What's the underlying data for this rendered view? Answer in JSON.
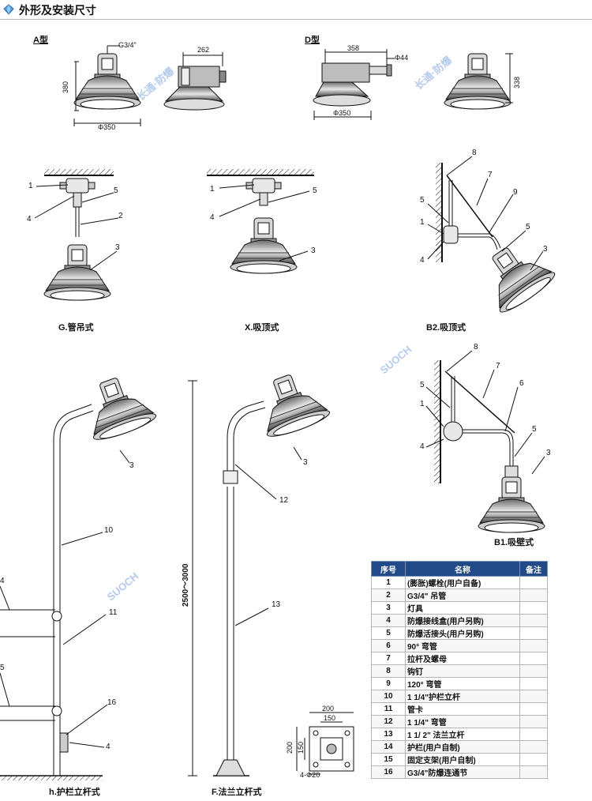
{
  "header": {
    "title": "外形及安装尺寸"
  },
  "types": {
    "a": "A型",
    "d": "D型"
  },
  "dims": {
    "a_pipe": "G3/4\"",
    "a_width": "262",
    "a_height": "380",
    "a_diam": "Φ350",
    "d_length": "358",
    "d_pipe": "Φ44",
    "d_height": "338",
    "d_diam": "Φ350",
    "pole_height": "2500～3000",
    "plate_outer": "200",
    "plate_inner": "150",
    "plate_side_outer": "200",
    "plate_side_inner": "150",
    "plate_holes": "4-Φ20"
  },
  "captions": {
    "g": "G.管吊式",
    "x": "X.吸顶式",
    "b2": "B2.吸顶式",
    "b1": "B1.吸壁式",
    "h": "h.护栏立杆式",
    "f": "F.法兰立杆式"
  },
  "callouts": {
    "g1": "1",
    "g2": "2",
    "g3": "3",
    "g4": "4",
    "g5": "5",
    "x1": "1",
    "x3": "3",
    "x4": "4",
    "x5": "5",
    "b2_8": "8",
    "b2_7": "7",
    "b2_9": "9",
    "b2_5a": "5",
    "b2_1": "1",
    "b2_4": "4",
    "b2_5b": "5",
    "b2_3": "3",
    "b1_8": "8",
    "b1_7": "7",
    "b1_6": "6",
    "b1_5a": "5",
    "b1_1": "1",
    "b1_4": "4",
    "b1_5b": "5",
    "b1_3": "3",
    "h_3": "3",
    "h_10": "10",
    "h_11": "11",
    "h_14": "4",
    "h_15": "5",
    "h_16": "16",
    "h_4": "4",
    "f_3": "3",
    "f_12": "12",
    "f_13": "13"
  },
  "watermark": {
    "text": "长通·防爆",
    "sub": "SUOCH"
  },
  "table": {
    "headers": [
      "序号",
      "名称",
      "备注"
    ],
    "rows": [
      {
        "no": "1",
        "name": "(膨胀)螺栓(用户自备)",
        "note": ""
      },
      {
        "no": "2",
        "name": "G3/4\" 吊管",
        "note": ""
      },
      {
        "no": "3",
        "name": "灯具",
        "note": ""
      },
      {
        "no": "4",
        "name": "防爆接线盒(用户另购)",
        "note": ""
      },
      {
        "no": "5",
        "name": "防爆活接头(用户另购)",
        "note": ""
      },
      {
        "no": "6",
        "name": "90° 弯管",
        "note": ""
      },
      {
        "no": "7",
        "name": "拉杆及螺母",
        "note": ""
      },
      {
        "no": "8",
        "name": "钩钉",
        "note": ""
      },
      {
        "no": "9",
        "name": "120° 弯管",
        "note": ""
      },
      {
        "no": "10",
        "name": "1 1/4\"护栏立杆",
        "note": ""
      },
      {
        "no": "11",
        "name": "管卡",
        "note": ""
      },
      {
        "no": "12",
        "name": "1 1/4\" 弯管",
        "note": ""
      },
      {
        "no": "13",
        "name": "1 1/ 2\" 法兰立杆",
        "note": ""
      },
      {
        "no": "14",
        "name": "护栏(用户自制)",
        "note": ""
      },
      {
        "no": "15",
        "name": "固定支架(用户自制)",
        "note": ""
      },
      {
        "no": "16",
        "name": "G3/4\"防爆连通节",
        "note": ""
      }
    ]
  }
}
